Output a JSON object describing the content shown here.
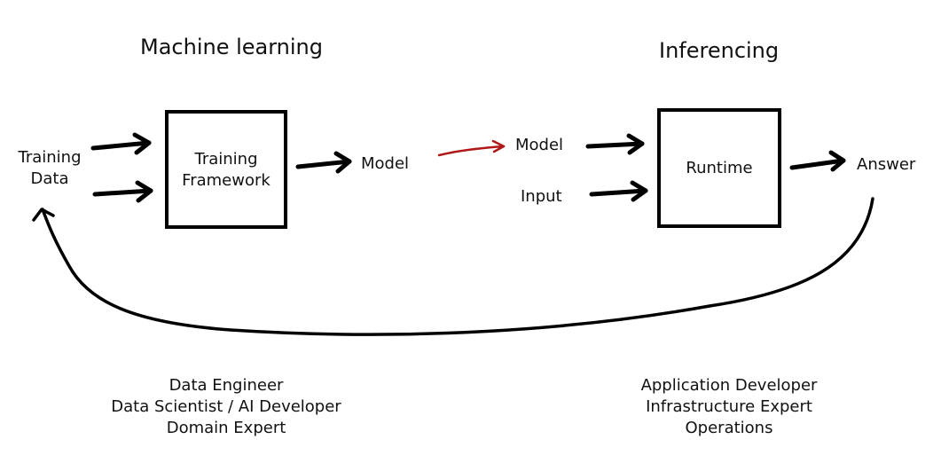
{
  "sections": {
    "machine_learning_title": "Machine learning",
    "inferencing_title": "Inferencing"
  },
  "nodes": {
    "training_data": [
      "Training",
      "Data"
    ],
    "training_framework": [
      "Training",
      "Framework"
    ],
    "model_output": "Model",
    "model_input": "Model",
    "input": "Input",
    "runtime": "Runtime",
    "answer": "Answer"
  },
  "roles": {
    "machine_learning": [
      "Data Engineer",
      "Data Scientist / AI Developer",
      "Domain Expert"
    ],
    "inferencing": [
      "Application Developer",
      "Infrastructure Expert",
      "Operations"
    ]
  },
  "colors": {
    "ink": "#000000",
    "transfer_arrow": "#b01818"
  }
}
